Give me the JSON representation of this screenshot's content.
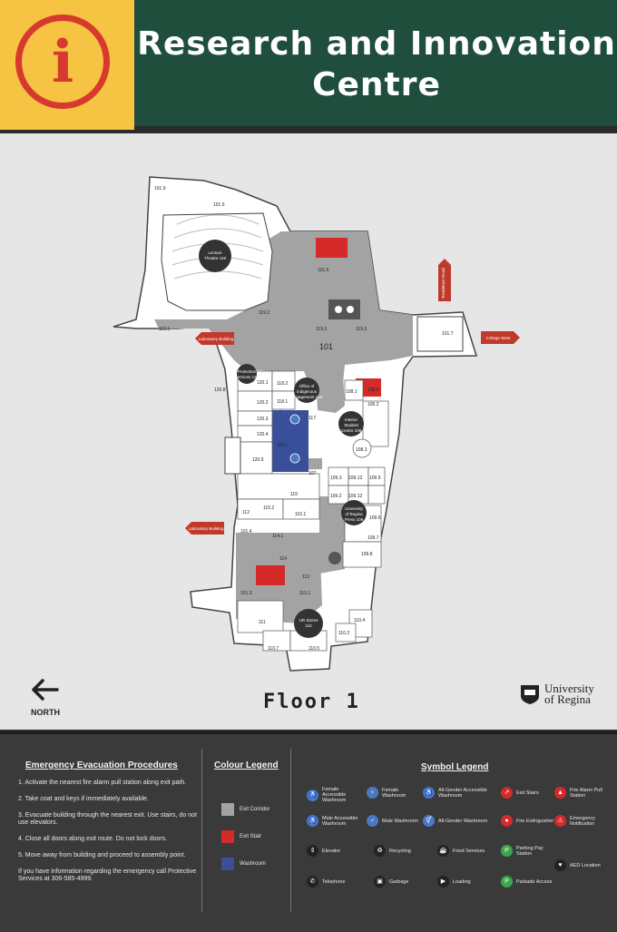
{
  "header": {
    "info_symbol": "i",
    "title_line1": "Research and Innovation",
    "title_line2": "Centre"
  },
  "map": {
    "rooms": {
      "lecture_theatre": "Lecture Theatre 119",
      "r101": "101",
      "r101_5": "101.5",
      "r101_6": "101.6",
      "r101_7": "101.7",
      "r101_9": "101.9",
      "r119_1": "119.1",
      "r119_2": "119.2",
      "r119_3": "119.3",
      "r119_3b": "119.3",
      "protective_services": "Protective Services 120",
      "indigenous": "Office of Indigenous Engagement 118",
      "student_centre": "Interior Student Centre 108",
      "press": "University of Regina Press 109",
      "ur_stores": "UR Stores 110",
      "r120_8": "120.8",
      "r120_1": "120.1",
      "r120_2": "120.2",
      "r120_3": "120.3",
      "r120_4": "120.4",
      "r120_5": "120.5",
      "r118_1": "118.1",
      "r118_2": "118.2",
      "r117": "117",
      "r116_1": "116.1",
      "r108_1": "108.1",
      "r108_3": "108.3",
      "r108_9": "108.9",
      "r106_2": "106.2",
      "r109_3": "109.3",
      "r109_13": "109.13",
      "r109_5": "109.5",
      "r109_2": "109.2",
      "r109_12": "109.12",
      "r109_6": "109.6",
      "r109_7": "109.7",
      "r109_8": "109.8",
      "r115": "115",
      "r115_1": "115.1",
      "r115_2": "115.2",
      "r112": "112",
      "r114_1": "114.1",
      "r114": "114",
      "r113": "113",
      "r113_1": "113.1",
      "r111": "111",
      "r101_3": "101.3",
      "r101_4": "101.4",
      "r110_7": "110.7",
      "r110_5": "110.5",
      "r110_2": "110.2",
      "r110_4": "110.4",
      "r107": "107"
    },
    "arrows": {
      "lab_building_top": "Laboratory Building",
      "lab_building_left": "Laboratory Building",
      "college_west": "College West",
      "residence": "Residence Road"
    },
    "north_label": "NORTH",
    "floor_label": "Floor 1",
    "university_name_line1": "University",
    "university_name_line2": "of Regina"
  },
  "footer": {
    "evacuation": {
      "title": "Emergency Evacuation Procedures",
      "steps": [
        "1. Activate the nearest fire alarm pull station along exit path.",
        "2. Take coat and keys if immediately available.",
        "3. Evacuate building through the nearest exit. Use stairs, do not use elevators.",
        "4. Close all doors along exit route. Do not lock doors.",
        "5. Move away from building and proceed to assembly point.",
        "If you have information regarding the emergency call Protective Services at 306-585-4999."
      ]
    },
    "colour_legend": {
      "title": "Colour Legend",
      "items": [
        {
          "label": "Exit Corridor",
          "color": "#a3a3a3"
        },
        {
          "label": "Exit Stair",
          "color": "#d42a2a"
        },
        {
          "label": "Washroom",
          "color": "#3a4f9a"
        }
      ]
    },
    "symbol_legend": {
      "title": "Symbol Legend",
      "items": [
        {
          "label": "Female Accessible Washroom",
          "icon": "female-accessible-icon",
          "color": "#4a78c2"
        },
        {
          "label": "Female Washroom",
          "icon": "female-icon",
          "color": "#4a78c2"
        },
        {
          "label": "All-Gender Accessible Washroom",
          "icon": "all-gender-accessible-icon",
          "color": "#4a78c2"
        },
        {
          "label": "Exit Stairs",
          "icon": "exit-stairs-icon",
          "color": "#d42a2a"
        },
        {
          "label": "Fire Alarm Pull Station",
          "icon": "fire-alarm-icon",
          "color": "#d42a2a"
        },
        {
          "label": "Male Accessible Washroom",
          "icon": "male-accessible-icon",
          "color": "#4a78c2"
        },
        {
          "label": "Male Washroom",
          "icon": "male-icon",
          "color": "#4a78c2"
        },
        {
          "label": "All-Gender Washroom",
          "icon": "all-gender-icon",
          "color": "#4a78c2"
        },
        {
          "label": "Fire Extinguisher",
          "icon": "fire-extinguisher-icon",
          "color": "#d42a2a"
        },
        {
          "label": "Emergency Notification",
          "icon": "emergency-notification-icon",
          "color": "#d42a2a"
        },
        {
          "label": "Elevator",
          "icon": "elevator-icon",
          "color": "#222222"
        },
        {
          "label": "Recycling",
          "icon": "recycling-icon",
          "color": "#222222"
        },
        {
          "label": "Food Services",
          "icon": "food-services-icon",
          "color": "#222222"
        },
        {
          "label": "Parking Pay Station",
          "icon": "parking-pay-icon",
          "color": "#3ba64a"
        },
        {
          "label": "AED Location",
          "icon": "aed-icon",
          "color": "#222222"
        },
        {
          "label": "Telephone",
          "icon": "telephone-icon",
          "color": "#222222"
        },
        {
          "label": "Garbage",
          "icon": "garbage-icon",
          "color": "#222222"
        },
        {
          "label": "Loading",
          "icon": "loading-icon",
          "color": "#222222"
        },
        {
          "label": "Parkade Access",
          "icon": "parkade-icon",
          "color": "#3ba64a"
        }
      ]
    }
  }
}
